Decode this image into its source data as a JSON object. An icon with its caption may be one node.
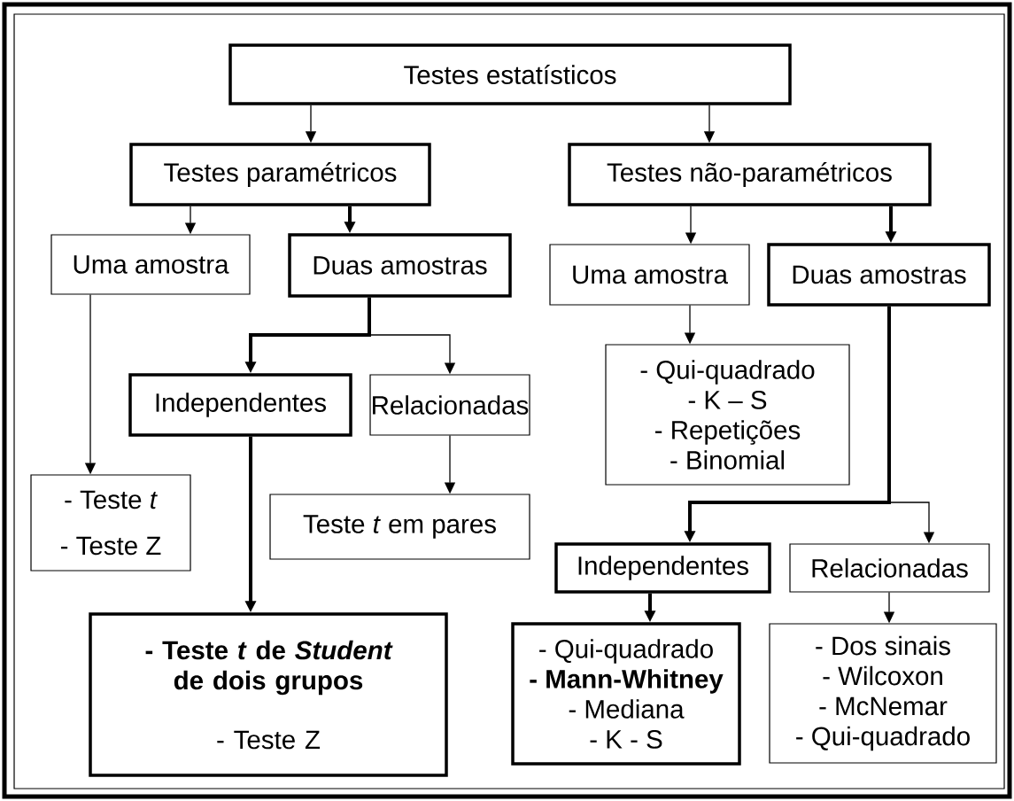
{
  "diagram": {
    "nodes": [
      {
        "text": [
          "Testes estatísticos"
        ]
      },
      {
        "text": [
          "Testes paramétricos"
        ]
      },
      {
        "text": [
          "Testes não-paramétricos"
        ]
      },
      {
        "text": [
          "Uma amostra"
        ]
      },
      {
        "text": [
          "Duas amostras"
        ]
      },
      {
        "text": [
          "Uma amostra"
        ]
      },
      {
        "text": [
          "Duas amostras"
        ]
      },
      {
        "text": [
          "Independentes"
        ]
      },
      {
        "text": [
          "Relacionadas"
        ]
      },
      {
        "text": [
          "- Teste *t*",
          "- Teste Z"
        ]
      },
      {
        "text": [
          "Teste *t* em pares"
        ]
      },
      {
        "text": [
          "- Qui-quadrado",
          "- K – S",
          "- Repetições",
          "- Binomial"
        ]
      },
      {
        "text": [
          "- Teste *t* de *Student* de dois grupos",
          "- Teste Z"
        ]
      },
      {
        "text": [
          "Independentes"
        ]
      },
      {
        "text": [
          "Relacionadas"
        ]
      },
      {
        "text": [
          "- Qui-quadrado",
          "- Mann-Whitney",
          "- Mediana",
          "- K - S"
        ]
      },
      {
        "text": [
          "- Dos sinais",
          "- Wilcoxon",
          "- McNemar",
          "- Qui-quadrado"
        ]
      }
    ],
    "edges": [
      {
        "from": 0,
        "to": 1,
        "arrow": "to"
      },
      {
        "from": 0,
        "to": 2,
        "arrow": "to"
      },
      {
        "from": 1,
        "to": 3,
        "arrow": "to"
      },
      {
        "from": 1,
        "to": 4,
        "arrow": "to",
        "style": "thick"
      },
      {
        "from": 2,
        "to": 5,
        "arrow": "to"
      },
      {
        "from": 2,
        "to": 6,
        "arrow": "to",
        "style": "thick"
      },
      {
        "from": 3,
        "to": 9,
        "arrow": "to"
      },
      {
        "from": 4,
        "to": 7,
        "arrow": "to",
        "style": "thick"
      },
      {
        "from": 4,
        "to": 8,
        "arrow": "to"
      },
      {
        "from": 7,
        "to": 12,
        "arrow": "to",
        "style": "thick"
      },
      {
        "from": 8,
        "to": 10,
        "arrow": "to"
      },
      {
        "from": 5,
        "to": 11,
        "arrow": "to"
      },
      {
        "from": 6,
        "to": 13,
        "arrow": "to",
        "style": "thick"
      },
      {
        "from": 6,
        "to": 14,
        "arrow": "to"
      },
      {
        "from": 13,
        "to": 15,
        "arrow": "to",
        "style": "thick"
      },
      {
        "from": 14,
        "to": 16,
        "arrow": "to"
      }
    ]
  }
}
